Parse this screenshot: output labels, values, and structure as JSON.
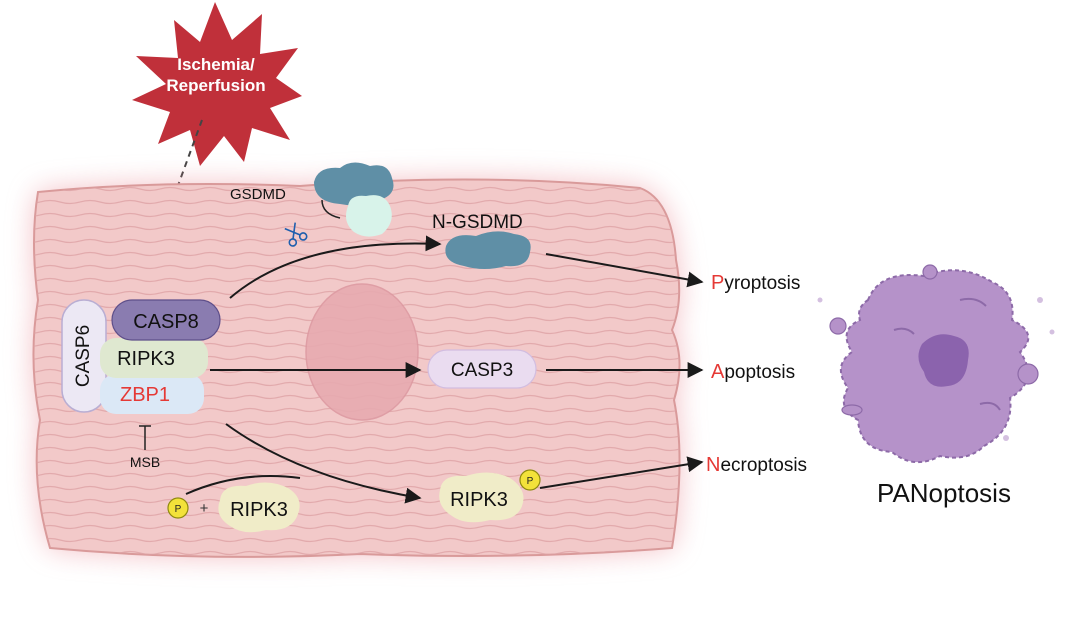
{
  "trigger": {
    "line1": "Ischemia/",
    "line2": "Reperfusion"
  },
  "complex": {
    "casp6": "CASP6",
    "casp8": "CASP8",
    "ripk3": "RIPK3",
    "zbp1": "ZBP1",
    "inhibitor": "MSB"
  },
  "proteins": {
    "gsdmd": "GSDMD",
    "n_gsdmd": "N-GSDMD",
    "casp3": "CASP3",
    "ripk3_free": "RIPK3",
    "ripk3_p": "RIPK3",
    "phospho": "P",
    "plus": "+"
  },
  "outcomes": {
    "pyro_initial": "P",
    "pyro_rest": "yroptosis",
    "apo_initial": "A",
    "apo_rest": "poptosis",
    "necro_initial": "N",
    "necro_rest": "ecroptosis"
  },
  "result": {
    "label": "PANoptosis"
  },
  "colors": {
    "trigger_star": "#c0303a",
    "cell_fill": "#f2c9c9",
    "cell_stroke": "#d99a9a",
    "nucleus": "#e7aab0",
    "casp8": "#8a7cb0",
    "ripk3_complex": "#dfe8d0",
    "zbp1_box": "#dbe8f6",
    "zbp1_text": "#e53935",
    "casp3": "#eadcf0",
    "ripk3_blob": "#f0ecc8",
    "phospho": "#f3e23a",
    "gsdmd": "#5f8fa6",
    "gsdmd_fragment": "#d8f3ea",
    "outcome_initial": "#e53935",
    "panoptosis_cell": "#b592c9"
  }
}
